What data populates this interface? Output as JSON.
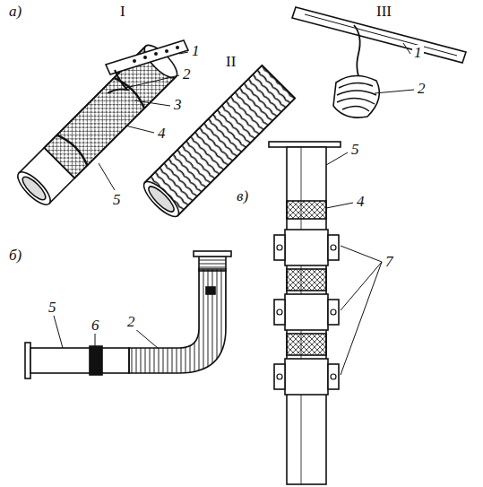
{
  "diagram": {
    "labels": [
      "а)",
      "I",
      "II",
      "III",
      "1",
      "2",
      "3",
      "4",
      "5",
      "1",
      "2",
      "б)",
      "в)",
      "5",
      "4",
      "7",
      "5",
      "6",
      "2"
    ]
  }
}
